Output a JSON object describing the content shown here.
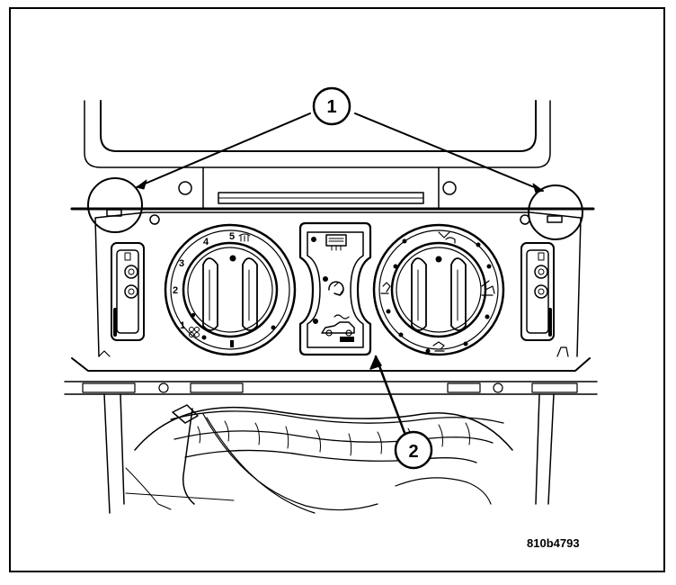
{
  "callouts": {
    "one": "1",
    "two": "2"
  },
  "blower_dial": {
    "speeds": [
      "1",
      "2",
      "3",
      "4",
      "5"
    ]
  },
  "figure_id": "810b4793",
  "colors": {
    "line": "#000000",
    "background": "#ffffff"
  }
}
